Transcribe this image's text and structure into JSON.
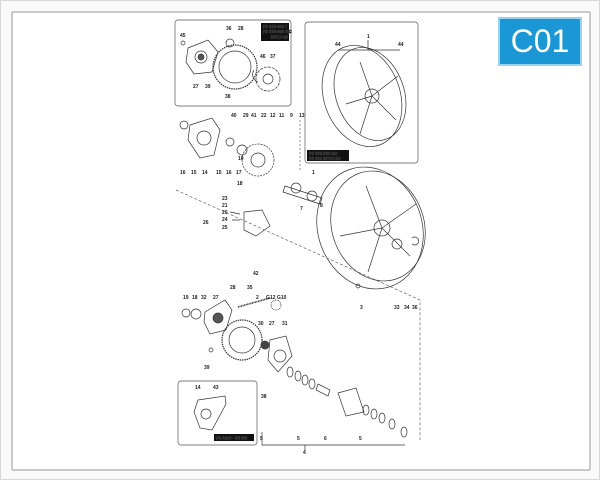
{
  "badge": {
    "code": "C01",
    "color": "#1b97d5"
  },
  "boxes": {
    "sprocket_box_tag": [
      "F3 675-800 /",
      "F3 675-800 RC",
      "MY17-18"
    ],
    "wheel_box_tag": [
      "F3 675-800 RC",
      "F3 800 MY17-18"
    ],
    "guard_box_tag": [
      "F3 AGO - F3 RC"
    ]
  },
  "callouts": [
    "45",
    "36",
    "28",
    "46",
    "37",
    "27",
    "39",
    "38",
    "1",
    "44",
    "44",
    "40",
    "29",
    "41",
    "22",
    "12",
    "11",
    "9",
    "13",
    "16",
    "15",
    "14",
    "15",
    "16",
    "17",
    "18",
    "10",
    "1",
    "8",
    "7",
    "23",
    "21",
    "20",
    "24",
    "26",
    "25",
    "33",
    "34",
    "36",
    "3",
    "42",
    "28",
    "35",
    "2",
    "G12",
    "G10",
    "19",
    "18",
    "32",
    "27",
    "30",
    "27",
    "31",
    "39",
    "38",
    "14",
    "43",
    "5",
    "5",
    "6",
    "5",
    "4"
  ]
}
